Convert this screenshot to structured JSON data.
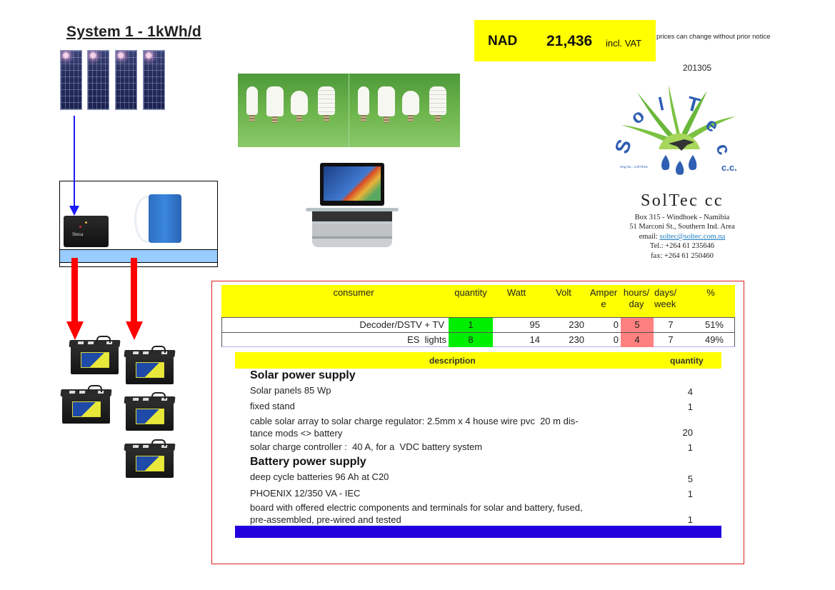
{
  "title": "System 1 - 1kWh/d",
  "price": {
    "currency": "NAD",
    "amount": "21,436",
    "vat_note": "incl. VAT",
    "disclaimer": "prices can change without prior notice",
    "doc_code": "201305",
    "colors": {
      "highlight": "#ffff00"
    }
  },
  "company": {
    "logo_text": [
      "S",
      "o",
      "l",
      "T",
      "e",
      "c"
    ],
    "logo_suffix": "c.c.",
    "reg_no": "Reg.No.: cc/97/018",
    "name": "SolTec cc",
    "address_line1": "Box 315 - Windhoek - Namibia",
    "address_line2": "51 Marconi St., Southern Ind. Area",
    "email_label": "email: ",
    "email": "soltec@soltec.com.na",
    "tel": "Tel.: +264 61 235646",
    "fax": "fax: +264 61 250460"
  },
  "diagram": {
    "solar_panel_count": 4,
    "battery_count": 5,
    "controller_brand": "Steca",
    "images": [
      "solar-panels",
      "charge-controller",
      "inverter",
      "batteries",
      "energy-saving-bulbs",
      "tv-with-decoder"
    ]
  },
  "consumers": {
    "headers": [
      "consumer",
      "quantity",
      "Watt",
      "Volt",
      "Ampere",
      "hours/ day",
      "days/ week",
      "%"
    ],
    "header_lines": {
      "ampere": [
        "Amper",
        "e"
      ],
      "hours": [
        "hours/",
        "day"
      ],
      "days": [
        "days/",
        "week"
      ]
    },
    "rows": [
      {
        "consumer": "Decoder/DSTV + TV",
        "quantity": "1",
        "watt": "95",
        "volt": "230",
        "ampere": "0",
        "hours": "5",
        "days": "7",
        "percent": "51%"
      },
      {
        "consumer": "ES  lights",
        "quantity": "8",
        "watt": "14",
        "volt": "230",
        "ampere": "0",
        "hours": "4",
        "days": "7",
        "percent": "49%"
      }
    ],
    "colors": {
      "quantity": "#00ee00",
      "hours": "#ff8080"
    }
  },
  "components": {
    "headers": {
      "description": "description",
      "quantity": "quantity"
    },
    "sections": [
      {
        "title": "Solar power supply",
        "items": [
          {
            "description": "Solar panels 85 Wp",
            "quantity": "4"
          },
          {
            "description": "fixed stand",
            "quantity": "1"
          },
          {
            "description_line1": "cable solar array to solar charge regulator: 2.5mm x 4 house wire pvc  20 m dis-",
            "description_line2": "tance mods <> battery",
            "quantity": "20"
          },
          {
            "description": "solar charge controller :  40 A, for a  VDC battery system",
            "quantity": "1"
          }
        ]
      },
      {
        "title": "Battery power supply",
        "items": [
          {
            "description": "deep cycle batteries 96 Ah at C20",
            "quantity": "5"
          },
          {
            "description": "PHOENIX 12/350 VA - IEC",
            "quantity": "1"
          },
          {
            "description_line1": "board with offered electric components and terminals for solar and battery, fused,",
            "description_line2": "pre-assembled, pre-wired and tested",
            "quantity": "1"
          }
        ]
      }
    ],
    "footer_color": "#2200dd"
  }
}
